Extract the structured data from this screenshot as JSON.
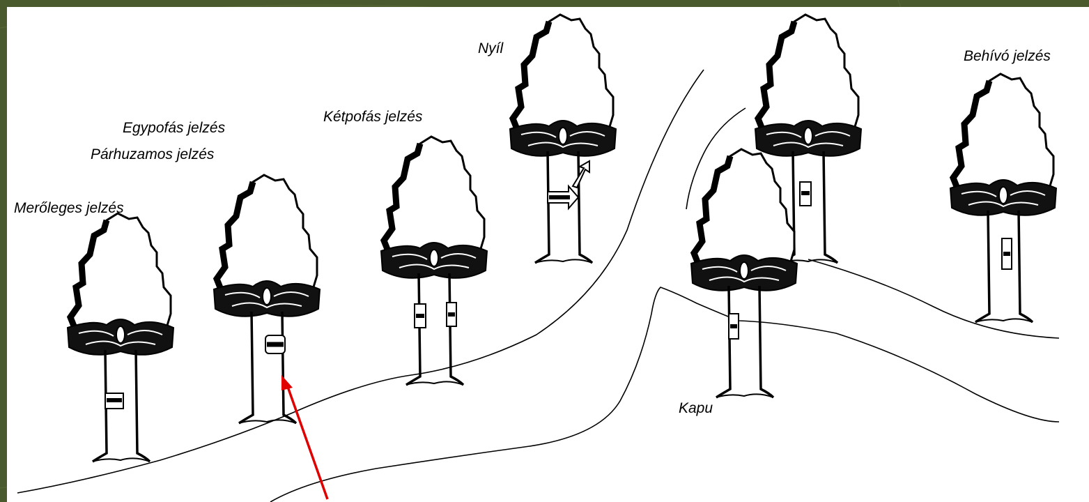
{
  "labels": {
    "meroleges": "Merőleges jelzés",
    "egypofas": "Egypofás jelzés",
    "parhuzamos": "Párhuzamos jelzés",
    "ketpofas": "Kétpofás jelzés",
    "nyil": "Nyíl",
    "behivo": "Behívó jelzés",
    "kapu": "Kapu"
  },
  "colors": {
    "background": "#4b5a2c",
    "panel": "#ffffff",
    "ink": "#000000",
    "arrow": "#e00000"
  }
}
